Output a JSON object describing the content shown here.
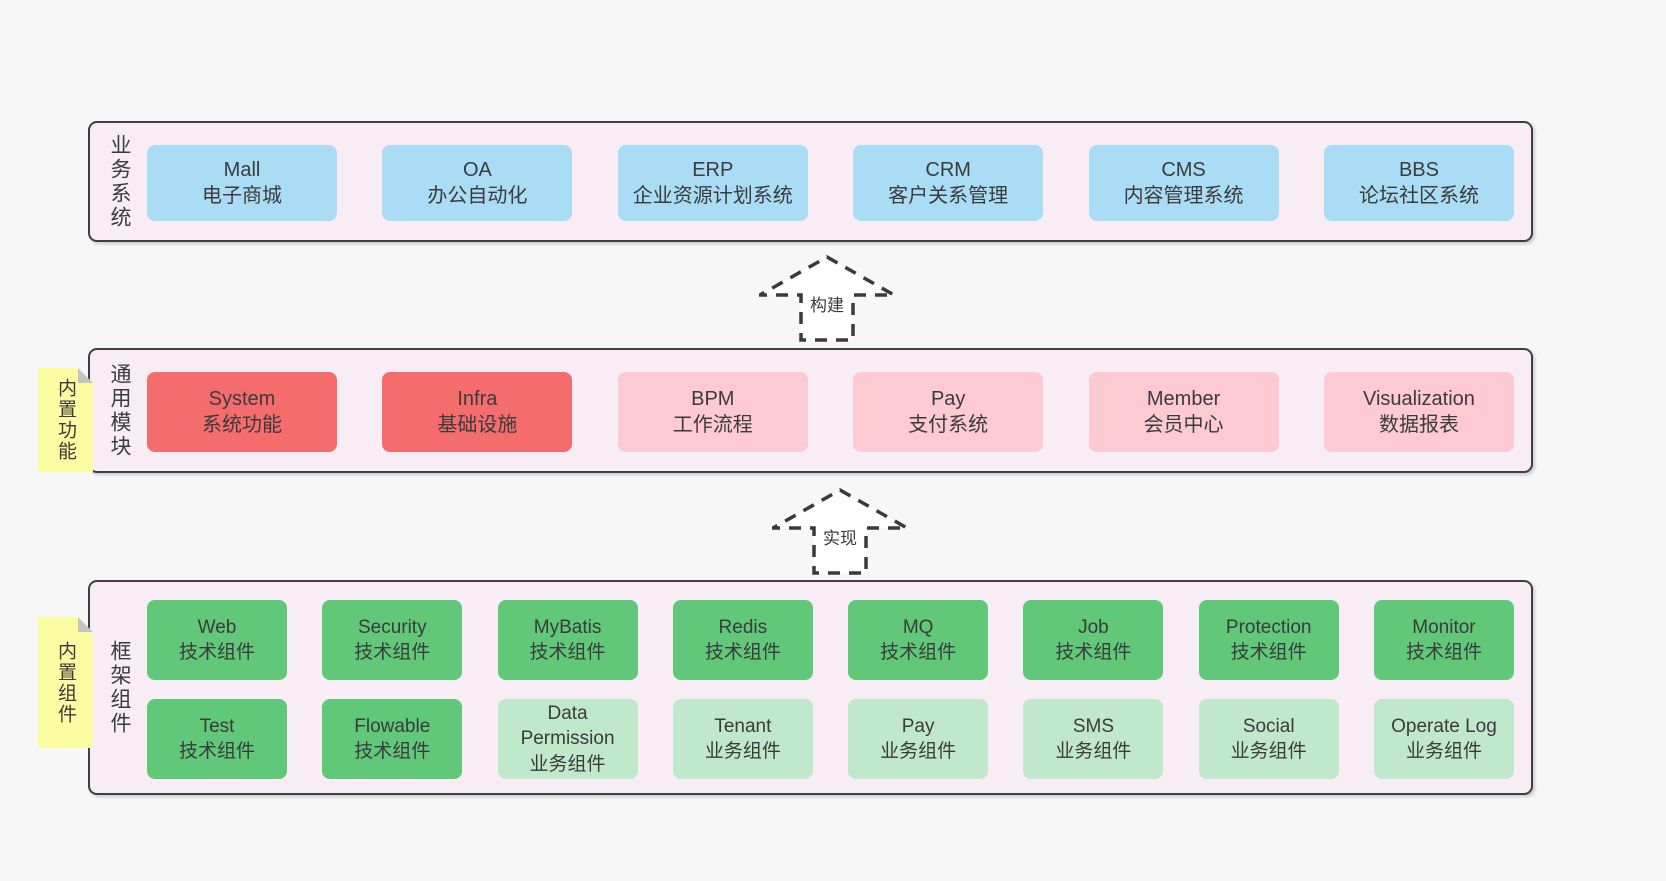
{
  "colors": {
    "page_bg": "#f7f7f7",
    "container_fill": "#f8edf5",
    "container_border": "#3f3f3f",
    "box_blue": "#aadcf6",
    "box_red": "#f56c6c",
    "box_pink": "#fdc9d3",
    "box_green": "#60c878",
    "box_green_light": "#c0e8ca",
    "note_yellow": "#fbfba2",
    "note_fold_gray": "#c4c4c4",
    "text": "#3b3b3b"
  },
  "arrows": {
    "build": "构建",
    "implement": "实现"
  },
  "layers": {
    "business": {
      "label": "业务系统",
      "boxes": [
        {
          "name": "Mall",
          "desc": "电子商城",
          "variant": "blue"
        },
        {
          "name": "OA",
          "desc": "办公自动化",
          "variant": "blue"
        },
        {
          "name": "ERP",
          "desc": "企业资源计划系统",
          "variant": "blue"
        },
        {
          "name": "CRM",
          "desc": "客户关系管理",
          "variant": "blue"
        },
        {
          "name": "CMS",
          "desc": "内容管理系统",
          "variant": "blue"
        },
        {
          "name": "BBS",
          "desc": "论坛社区系统",
          "variant": "blue"
        }
      ]
    },
    "modules": {
      "label": "通用模块",
      "note": "内置功能",
      "boxes": [
        {
          "name": "System",
          "desc": "系统功能",
          "variant": "red"
        },
        {
          "name": "Infra",
          "desc": "基础设施",
          "variant": "red"
        },
        {
          "name": "BPM",
          "desc": "工作流程",
          "variant": "pink"
        },
        {
          "name": "Pay",
          "desc": "支付系统",
          "variant": "pink"
        },
        {
          "name": "Member",
          "desc": "会员中心",
          "variant": "pink"
        },
        {
          "name": "Visualization",
          "desc": "数据报表",
          "variant": "pink"
        }
      ]
    },
    "components": {
      "label": "框架组件",
      "note": "内置组件",
      "rows": [
        [
          {
            "name": "Web",
            "desc": "技术组件",
            "variant": "green"
          },
          {
            "name": "Security",
            "desc": "技术组件",
            "variant": "green"
          },
          {
            "name": "MyBatis",
            "desc": "技术组件",
            "variant": "green"
          },
          {
            "name": "Redis",
            "desc": "技术组件",
            "variant": "green"
          },
          {
            "name": "MQ",
            "desc": "技术组件",
            "variant": "green"
          },
          {
            "name": "Job",
            "desc": "技术组件",
            "variant": "green"
          },
          {
            "name": "Protection",
            "desc": "技术组件",
            "variant": "green"
          },
          {
            "name": "Monitor",
            "desc": "技术组件",
            "variant": "green"
          }
        ],
        [
          {
            "name": "Test",
            "desc": "技术组件",
            "variant": "green"
          },
          {
            "name": "Flowable",
            "desc": "技术组件",
            "variant": "green"
          },
          {
            "name": "Data Permission",
            "desc": "业务组件",
            "variant": "green-light"
          },
          {
            "name": "Tenant",
            "desc": "业务组件",
            "variant": "green-light"
          },
          {
            "name": "Pay",
            "desc": "业务组件",
            "variant": "green-light"
          },
          {
            "name": "SMS",
            "desc": "业务组件",
            "variant": "green-light"
          },
          {
            "name": "Social",
            "desc": "业务组件",
            "variant": "green-light"
          },
          {
            "name": "Operate Log",
            "desc": "业务组件",
            "variant": "green-light"
          }
        ]
      ]
    }
  }
}
